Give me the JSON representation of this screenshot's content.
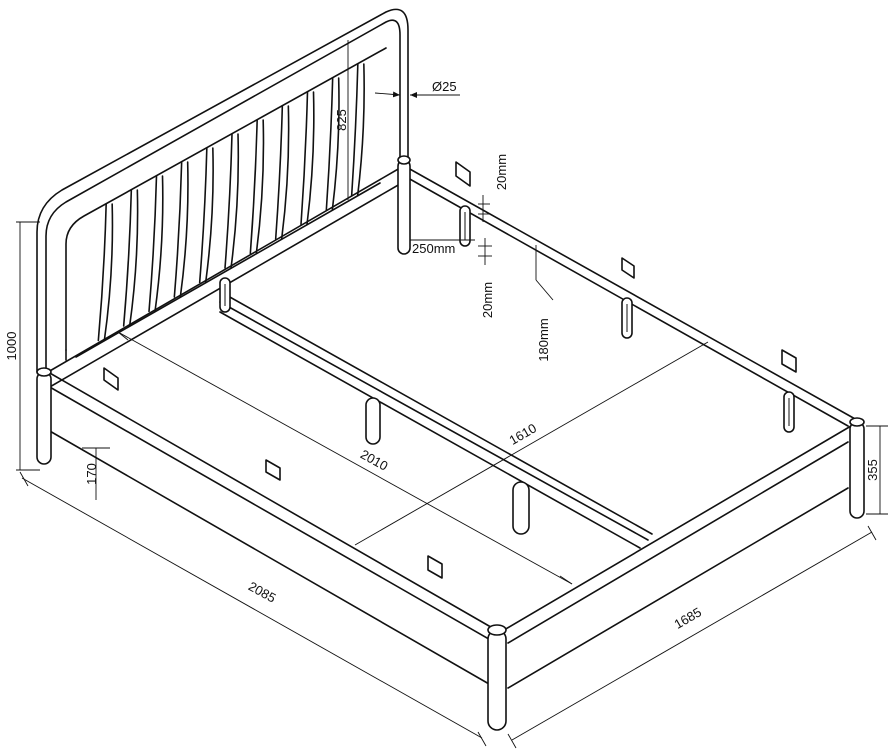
{
  "dimensions": {
    "rod_diameter": "Ø25",
    "headboard_bar_height": "825",
    "headboard_height": "1000",
    "bracket_spacing": "20mm",
    "bracket_offset": "250mm",
    "slot_spacing": "20mm",
    "frame_depth": "180mm",
    "inner_length": "2010",
    "inner_width": "1610",
    "leg_clearance": "170",
    "side_height": "355",
    "total_length": "2085",
    "total_width": "1685"
  }
}
